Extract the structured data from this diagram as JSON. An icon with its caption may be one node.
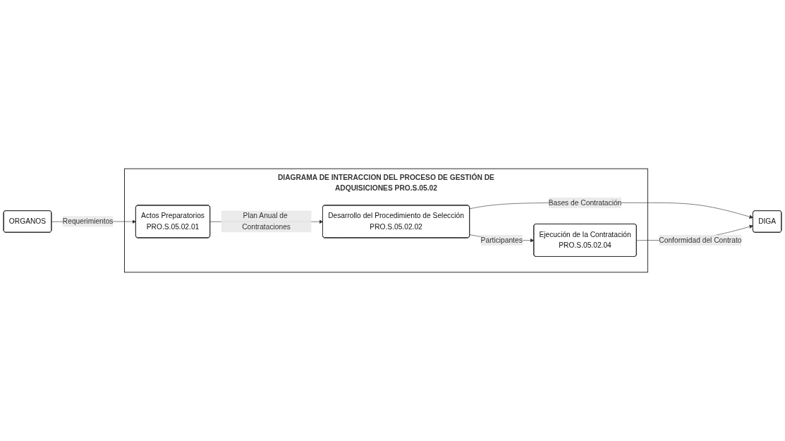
{
  "diagram": {
    "nodes": [
      {
        "text": [
          "ORGANOS"
        ]
      },
      {
        "text": [
          "DIAGRAMA DE INTERACCION DEL PROCESO DE GESTIÓN DE ADQUISICIONES PRO.S.05.02"
        ]
      },
      {
        "text": [
          "Actos Preparatorios",
          "PRO.S.05.02.01"
        ],
        "in": 1
      },
      {
        "text": [
          "Desarrollo del Procedimiento de Selección",
          "PRO.S.05.02.02"
        ],
        "in": 1
      },
      {
        "text": [
          "Ejecución de la Contratación",
          "PRO.S.05.02.04"
        ],
        "in": 1
      },
      {
        "text": [
          "DIGA"
        ]
      }
    ],
    "edges": [
      {
        "from": 0,
        "to": 2,
        "arrow": "to",
        "label": "Requerimientos"
      },
      {
        "from": 2,
        "to": 3,
        "arrow": "to",
        "label": "Plan Anual de Contrataciones"
      },
      {
        "from": 3,
        "to": 5,
        "arrow": "to",
        "label": "Bases de Contratación"
      },
      {
        "from": 3,
        "to": 4,
        "arrow": "to",
        "label": "Participantes"
      },
      {
        "from": 4,
        "to": 5,
        "arrow": "to",
        "label": "Conformidad del Contrato"
      }
    ]
  }
}
